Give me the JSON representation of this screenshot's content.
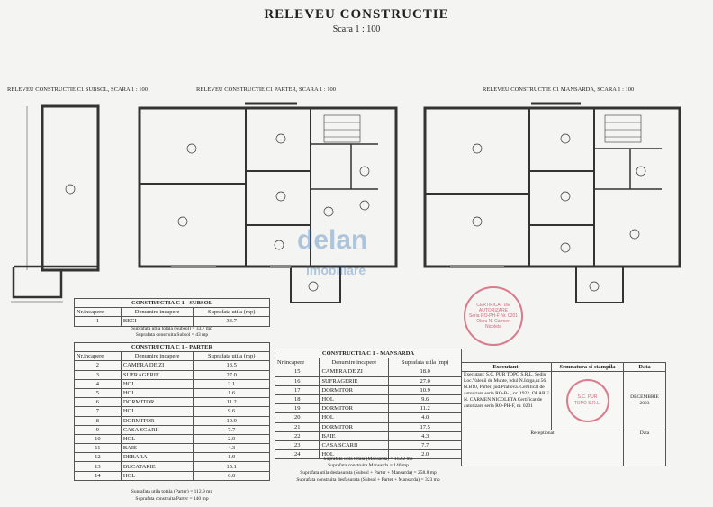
{
  "header": {
    "title": "RELEVEU CONSTRUCTIE",
    "scale": "Scara 1 : 100"
  },
  "plans": {
    "subsol_title": "RELEVEU CONSTRUCTIE C1 SUBSOL, SCARA 1 : 100",
    "parter_title": "RELEVEU CONSTRUCTIE C1 PARTER, SCARA 1 : 100",
    "mansarda_title": "RELEVEU CONSTRUCTIE C1 MANSARDA, SCARA 1 : 100"
  },
  "watermark": {
    "main": "delan",
    "sub": "imobiliare"
  },
  "subsol": {
    "title": "CONSTRUCTIA C 1 - SUBSOL",
    "col_nr": "Nr.incapere",
    "col_name": "Denumire incapere",
    "col_area": "Suprafata utila (mp)",
    "rows": [
      {
        "nr": "1",
        "name": "BECI",
        "area": "33.7"
      }
    ],
    "total_util": "Suprafata utila totala (Subsol) = 33.7 mp",
    "total_constr": "Suprafata construita Subsol = 43 mp"
  },
  "parter": {
    "title": "CONSTRUCTIA C 1 - PARTER",
    "col_nr": "Nr.incapere",
    "col_name": "Denumire incapere",
    "col_area": "Suprafata utila (mp)",
    "rows": [
      {
        "nr": "2",
        "name": "CAMERA DE ZI",
        "area": "13.5"
      },
      {
        "nr": "3",
        "name": "SUFRAGERIE",
        "area": "27.0"
      },
      {
        "nr": "4",
        "name": "HOL",
        "area": "2.1"
      },
      {
        "nr": "5",
        "name": "HOL",
        "area": "1.6"
      },
      {
        "nr": "6",
        "name": "DORMITOR",
        "area": "11.2"
      },
      {
        "nr": "7",
        "name": "HOL",
        "area": "9.6"
      },
      {
        "nr": "8",
        "name": "DORMITOR",
        "area": "10.9"
      },
      {
        "nr": "9",
        "name": "CASA SCARII",
        "area": "7.7"
      },
      {
        "nr": "10",
        "name": "HOL",
        "area": "2.0"
      },
      {
        "nr": "11",
        "name": "BAIE",
        "area": "4.3"
      },
      {
        "nr": "12",
        "name": "DEBARA",
        "area": "1.9"
      },
      {
        "nr": "13",
        "name": "BUCATARIE",
        "area": "15.1"
      },
      {
        "nr": "14",
        "name": "HOL",
        "area": "6.0"
      }
    ],
    "total_util": "Suprafata utila totala (Parter) = 112.9 mp",
    "total_constr": "Suprafata construita Parter = 140 mp"
  },
  "mansarda": {
    "title": "CONSTRUCTIA C 1 - MANSARDA",
    "col_nr": "Nr.incapere",
    "col_name": "Denumire incapere",
    "col_area": "Suprafata utila (mp)",
    "rows": [
      {
        "nr": "15",
        "name": "CAMERA DE ZI",
        "area": "18.0"
      },
      {
        "nr": "16",
        "name": "SUFRAGERIE",
        "area": "27.0"
      },
      {
        "nr": "17",
        "name": "DORMITOR",
        "area": "10.9"
      },
      {
        "nr": "18",
        "name": "HOL",
        "area": "9.6"
      },
      {
        "nr": "19",
        "name": "DORMITOR",
        "area": "11.2"
      },
      {
        "nr": "20",
        "name": "HOL",
        "area": "4.0"
      },
      {
        "nr": "21",
        "name": "DORMITOR",
        "area": "17.5"
      },
      {
        "nr": "22",
        "name": "BAIE",
        "area": "4.3"
      },
      {
        "nr": "23",
        "name": "CASA SCARII",
        "area": "7.7"
      },
      {
        "nr": "24",
        "name": "HOL",
        "area": "2.0"
      }
    ],
    "total_util": "Suprafata utila totala (Mansarda) = 112.2 mp",
    "total_constr": "Suprafata construita Mansarda = 140 mp",
    "total_desf_util": "Suprafata utila desfasurata (Subsol + Parter + Mansarda) = 258.8 mp",
    "total_desf_constr": "Suprafata construita desfasurata (Subsol + Parter + Mansarda) = 323 mp"
  },
  "executant": {
    "col_exec": "Executant:",
    "col_sign": "Semnatura si stampila",
    "col_date": "Data",
    "text": "Executant: S.C. PUR TOPO S.R.L. Sediu Loc.Valenii de Munte, bdul N.Iorga,nr.56, bl.B10, Parter, jud.Prahova. Certificat de autorizare seria RO-B-J, nr. 1922. OLARU N. CARMEN NICOLETA Certificat de autorizare seria RO-PH-F, nr. 0201",
    "date": "DECEMBRIE 2023",
    "receptie": "Receptionat",
    "receptie_date": "Data"
  },
  "stamp": {
    "line1": "CERTIFICAT DE AUTORIZARE",
    "line2": "Seria RO-PH-F Nr. 0201",
    "line3": "Olaru N. Carmen Nicoleta"
  },
  "stamp2": {
    "line1": "S.C. PUR TOPO S.R.L."
  },
  "chart_data": {}
}
